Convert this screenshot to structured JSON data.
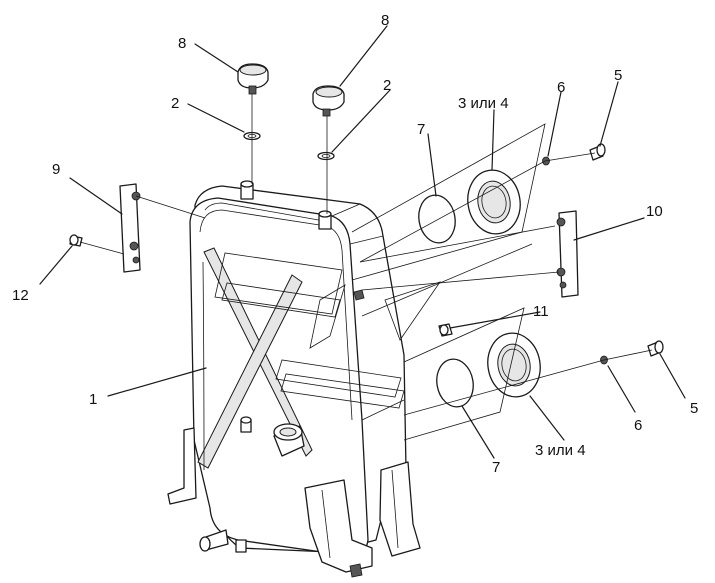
{
  "callouts": {
    "c1": "1",
    "c2a": "2",
    "c2b": "2",
    "c3a": "3 или 4",
    "c3b": "3 или 4",
    "c5a": "5",
    "c5b": "5",
    "c6a": "6",
    "c6b": "6",
    "c7a": "7",
    "c7b": "7",
    "c8a": "8",
    "c8b": "8",
    "c9": "9",
    "c10": "10",
    "c11": "11",
    "c12": "12"
  }
}
